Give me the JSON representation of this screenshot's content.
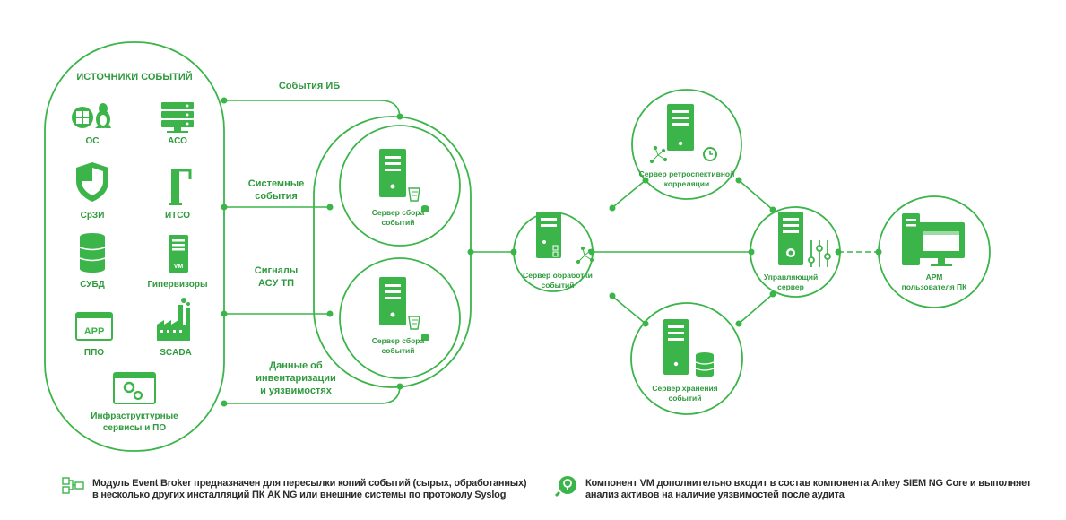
{
  "colors": {
    "green": "#3bb54a",
    "dark_green": "#2a9a3a",
    "text": "#2b2b2b"
  },
  "sources": {
    "title": "ИСТОЧНИКИ СОБЫТИЙ",
    "items": [
      {
        "label": "ОС",
        "icon": "windows-linux-icon"
      },
      {
        "label": "АСО",
        "icon": "server-rack-icon"
      },
      {
        "label": "СрЗИ",
        "icon": "shield-icon"
      },
      {
        "label": "ИТСО",
        "icon": "turnstile-icon"
      },
      {
        "label": "СУБД",
        "icon": "database-icon"
      },
      {
        "label": "Гипервизоры",
        "icon": "vm-server-icon"
      },
      {
        "label": "ППО",
        "icon": "app-window-icon"
      },
      {
        "label": "SCADA",
        "icon": "factory-icon"
      },
      {
        "label": "Инфраструктурные сервисы и ПО",
        "line1": "Инфраструктурные",
        "line2": "сервисы и ПО",
        "icon": "gears-window-icon"
      }
    ],
    "app_badge": "APP",
    "vm_badge": "VM"
  },
  "flows": {
    "security_events": "События ИБ",
    "system_events_1": "Системные",
    "system_events_2": "события",
    "signals_1": "Сигналы",
    "signals_2": "АСУ ТП",
    "inventory_1": "Данные об",
    "inventory_2": "инвентаризации",
    "inventory_3": "и уязвимостях"
  },
  "servers": {
    "collector1_1": "Сервер сбора",
    "collector1_2": "событий",
    "collector2_1": "Сервер сбора",
    "collector2_2": "событий",
    "processing_1": "Сервер обработки",
    "processing_2": "событий",
    "retro_1": "Сервер ретроспективной",
    "retro_2": "корреляции",
    "storage_1": "Сервер хранения",
    "storage_2": "событий",
    "manager_1": "Управляющий",
    "manager_2": "сервер",
    "arm_1": "АРМ",
    "arm_2": "пользователя ПК"
  },
  "legend": {
    "broker_line1": "Модуль Event Broker предназначен для пересылки копий событий (сырых, обработанных)",
    "broker_line2": "в несколько других инсталляций ПК АК NG или внешние системы по протоколу Syslog",
    "vm_line1": "Компонент VM дополнительно входит в состав компонента Ankey SIEM NG Core и выполняет",
    "vm_line2": "анализ активов на наличие уязвимостей после аудита"
  }
}
